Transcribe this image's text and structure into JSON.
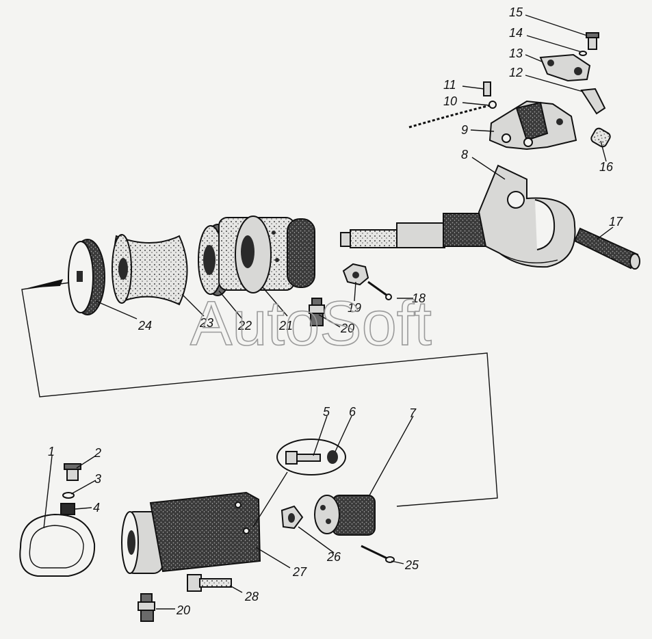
{
  "diagram": {
    "watermark": "AutoSoft",
    "callouts": [
      "1",
      "2",
      "3",
      "4",
      "5",
      "6",
      "7",
      "8",
      "9",
      "10",
      "11",
      "12",
      "13",
      "14",
      "15",
      "16",
      "17",
      "18",
      "19",
      "20",
      "20",
      "21",
      "22",
      "23",
      "24",
      "25",
      "26",
      "27",
      "28"
    ]
  }
}
